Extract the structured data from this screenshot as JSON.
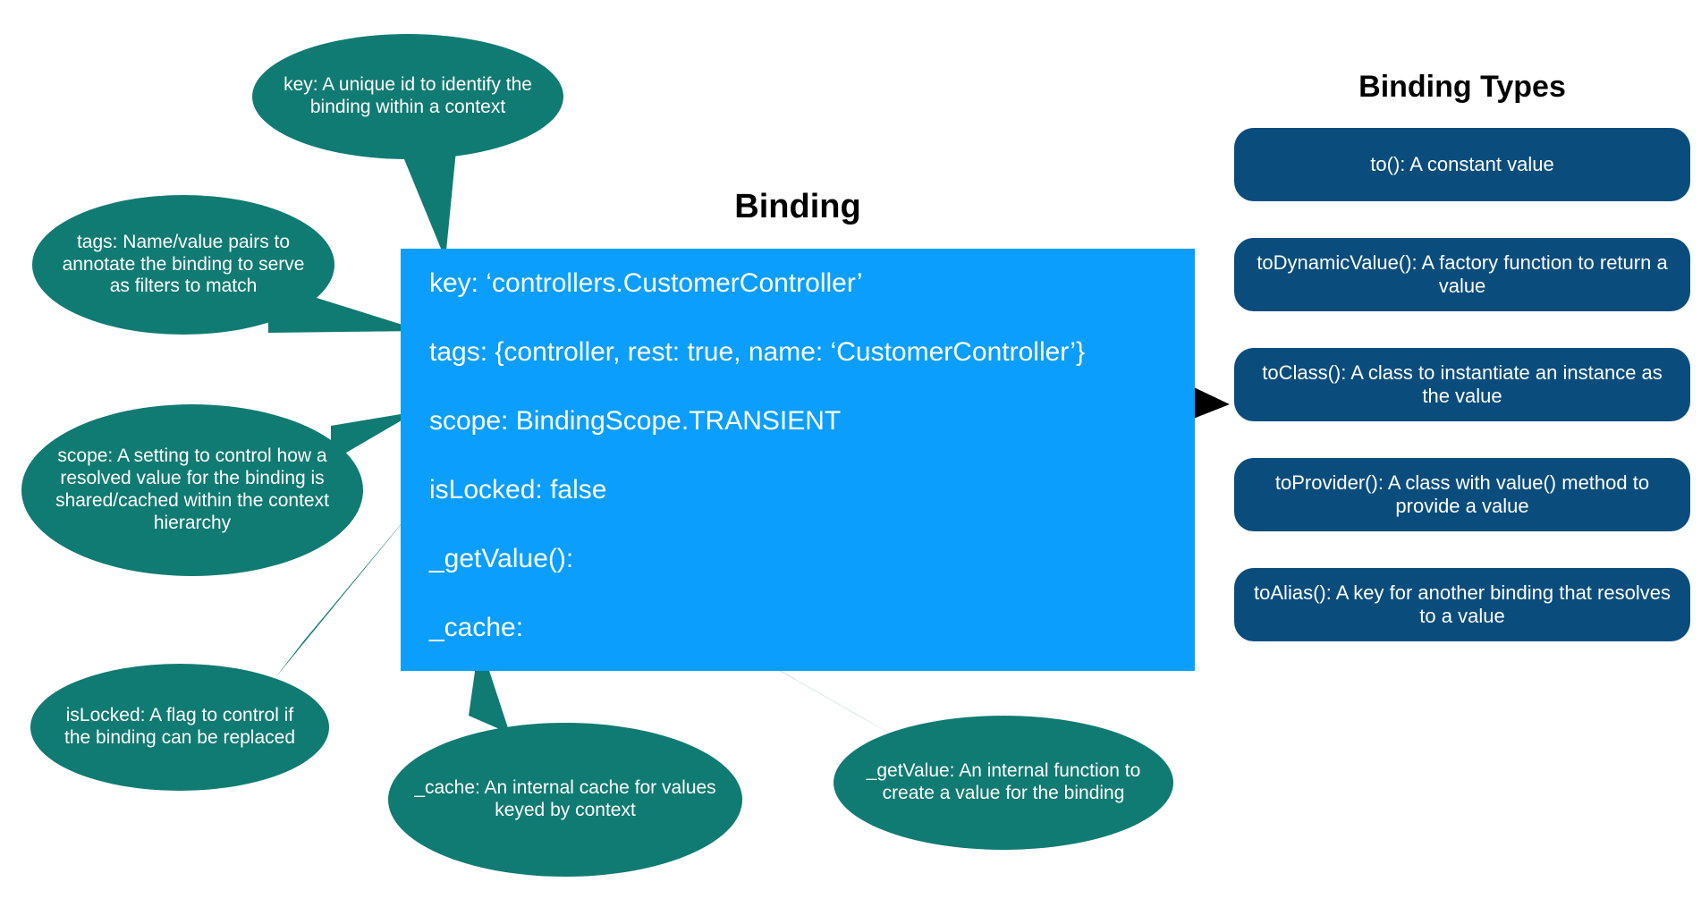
{
  "colors": {
    "bubble_teal": "#107b72",
    "card_blue": "#0b9efc",
    "pill_dark_blue": "#0a4d7d",
    "text_white": "#ffffff",
    "text_black": "#000000",
    "arrow_black": "#000000",
    "background": "#ffffff"
  },
  "binding": {
    "title": "Binding",
    "fields": [
      "key: ‘controllers.CustomerController’",
      "tags: {controller, rest: true, name: ‘CustomerController’}",
      "scope: BindingScope.TRANSIENT",
      "isLocked: false",
      "_getValue():",
      "_cache:"
    ]
  },
  "binding_types": {
    "title": "Binding Types",
    "items": [
      "to(): A constant value",
      "toDynamicValue(): A factory function to return a value",
      "toClass(): A class to instantiate an instance as the value",
      "toProvider(): A class with value() method to provide a value",
      "toAlias(): A key for another binding that resolves to a value"
    ]
  },
  "callouts": [
    {
      "id": "key",
      "text": "key: A unique id to identify the binding within a context"
    },
    {
      "id": "tags",
      "text": "tags: Name/value pairs to annotate the binding to serve as filters to match"
    },
    {
      "id": "scope",
      "text": "scope: A setting to control how a resolved value for the binding is shared/cached within the context hierarchy"
    },
    {
      "id": "is-locked",
      "text": "isLocked: A flag to control if the binding can be replaced"
    },
    {
      "id": "cache",
      "text": "_cache: An internal cache for values keyed by context"
    },
    {
      "id": "get-value",
      "text": "_getValue: An internal function to create a value for the binding"
    }
  ]
}
